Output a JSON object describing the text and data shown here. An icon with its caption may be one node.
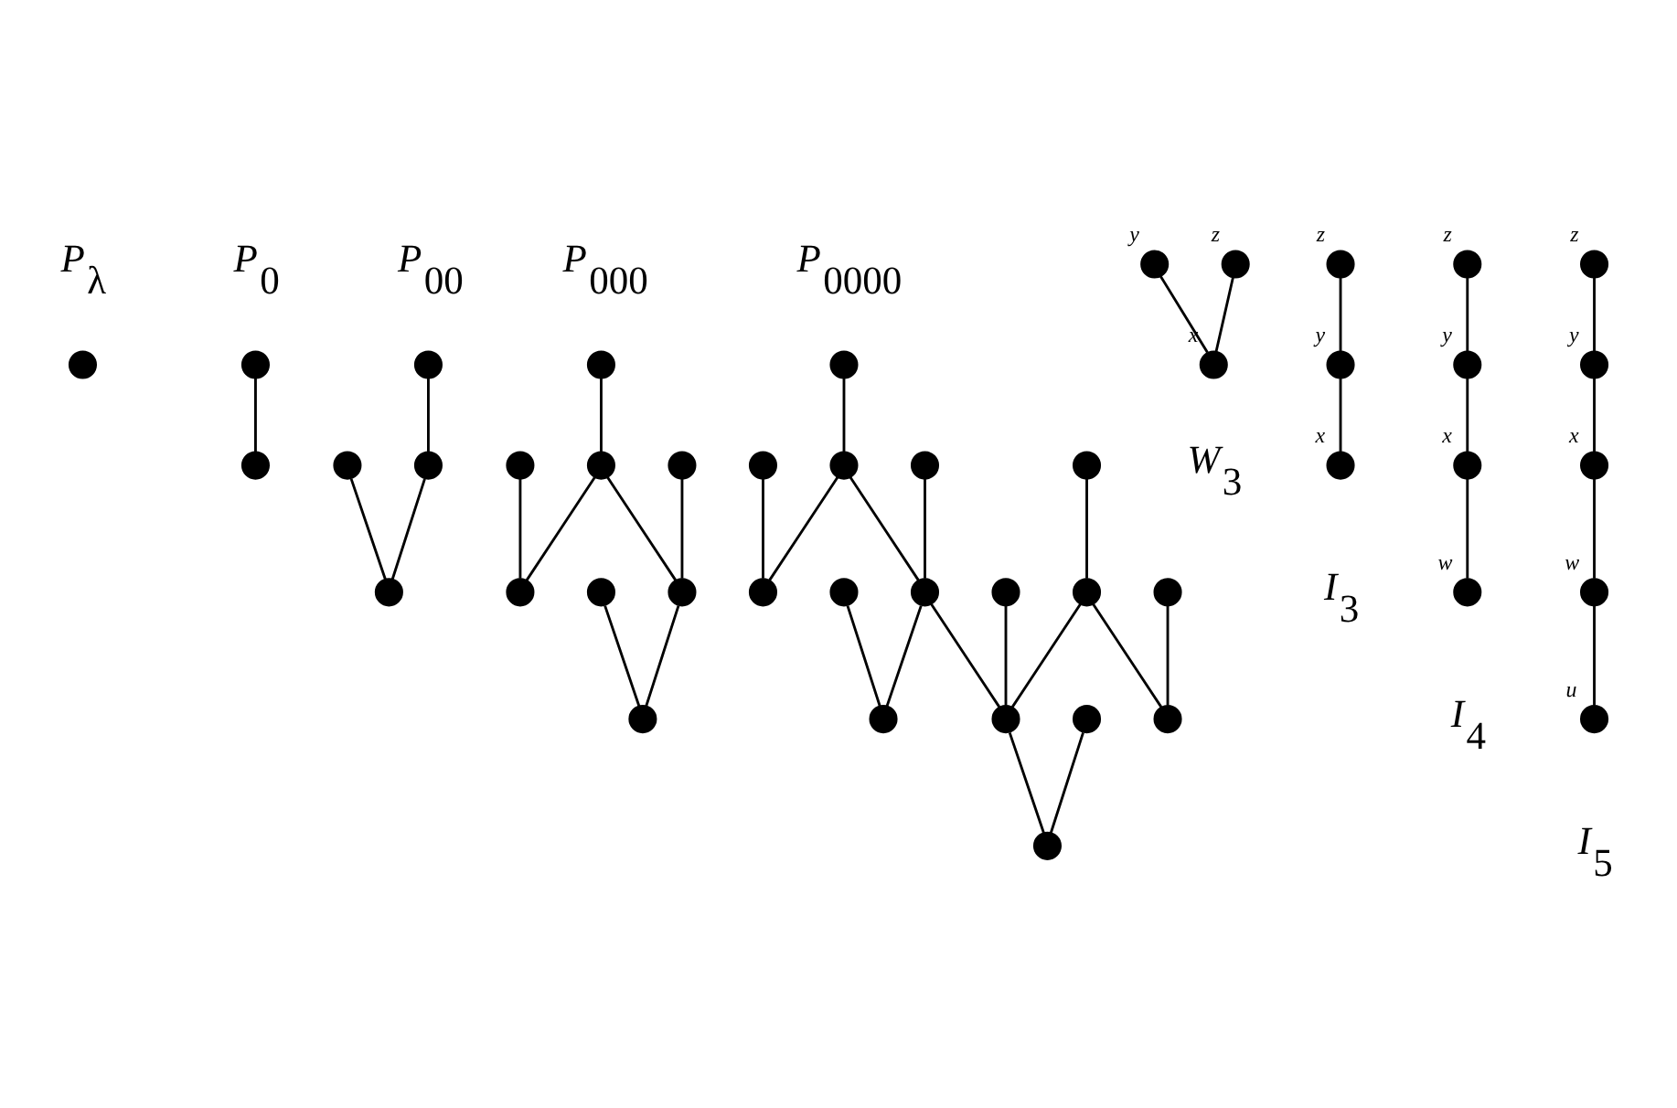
{
  "diagram": {
    "nodes": [
      {
        "text": [],
        "shape": "circle"
      },
      {
        "text": [],
        "shape": "circle"
      },
      {
        "text": [],
        "shape": "circle"
      },
      {
        "text": [],
        "shape": "circle"
      },
      {
        "text": [],
        "shape": "circle"
      },
      {
        "text": [],
        "shape": "circle"
      },
      {
        "text": [],
        "shape": "circle"
      },
      {
        "text": [],
        "shape": "circle"
      },
      {
        "text": [],
        "shape": "circle"
      },
      {
        "text": [],
        "shape": "circle"
      },
      {
        "text": [],
        "shape": "circle"
      },
      {
        "text": [],
        "shape": "circle"
      },
      {
        "text": [],
        "shape": "circle"
      },
      {
        "text": [],
        "shape": "circle"
      },
      {
        "text": [],
        "shape": "circle"
      },
      {
        "text": [],
        "shape": "circle"
      },
      {
        "text": [],
        "shape": "circle"
      },
      {
        "text": [],
        "shape": "circle"
      },
      {
        "text": [],
        "shape": "circle"
      },
      {
        "text": [],
        "shape": "circle"
      },
      {
        "text": [],
        "shape": "circle"
      },
      {
        "text": [],
        "shape": "circle"
      },
      {
        "text": [],
        "shape": "circle"
      },
      {
        "text": [],
        "shape": "circle"
      },
      {
        "text": [],
        "shape": "circle"
      },
      {
        "text": [],
        "shape": "circle"
      },
      {
        "text": [],
        "shape": "circle"
      },
      {
        "text": [],
        "shape": "circle"
      },
      {
        "text": [],
        "shape": "circle"
      },
      {
        "text": [],
        "shape": "circle"
      },
      {
        "text": [],
        "shape": "circle"
      },
      {
        "text": [],
        "shape": "circle",
        "beside": [
          "y"
        ]
      },
      {
        "text": [],
        "shape": "circle",
        "beside": [
          "x"
        ]
      },
      {
        "text": [],
        "shape": "circle",
        "beside": [
          "z"
        ]
      },
      {
        "text": [],
        "shape": "circle",
        "beside": [
          "z"
        ]
      },
      {
        "text": [],
        "shape": "circle",
        "beside": [
          "y"
        ]
      },
      {
        "text": [],
        "shape": "circle",
        "beside": [
          "x"
        ]
      },
      {
        "text": [],
        "shape": "circle",
        "beside": [
          "z"
        ]
      },
      {
        "text": [],
        "shape": "circle",
        "beside": [
          "y"
        ]
      },
      {
        "text": [],
        "shape": "circle",
        "beside": [
          "x"
        ]
      },
      {
        "text": [],
        "shape": "circle",
        "beside": [
          "w"
        ]
      },
      {
        "text": [],
        "shape": "circle",
        "beside": [
          "z"
        ]
      },
      {
        "text": [],
        "shape": "circle",
        "beside": [
          "y"
        ]
      },
      {
        "text": [],
        "shape": "circle",
        "beside": [
          "x"
        ]
      },
      {
        "text": [],
        "shape": "circle",
        "beside": [
          "w"
        ]
      },
      {
        "text": [],
        "shape": "circle",
        "beside": [
          "u"
        ]
      }
    ],
    "edges": [
      {
        "from": 1,
        "to": 2,
        "arrow": "none"
      },
      {
        "from": 3,
        "to": 4,
        "arrow": "none"
      },
      {
        "from": 4,
        "to": 6,
        "arrow": "none"
      },
      {
        "from": 5,
        "to": 6,
        "arrow": "none"
      },
      {
        "from": 7,
        "to": 8,
        "arrow": "none"
      },
      {
        "from": 8,
        "to": 10,
        "arrow": "none"
      },
      {
        "from": 9,
        "to": 10,
        "arrow": "none"
      },
      {
        "from": 8,
        "to": 12,
        "arrow": "none"
      },
      {
        "from": 11,
        "to": 12,
        "arrow": "none"
      },
      {
        "from": 12,
        "to": 14,
        "arrow": "none"
      },
      {
        "from": 13,
        "to": 14,
        "arrow": "none"
      },
      {
        "from": 15,
        "to": 16,
        "arrow": "none"
      },
      {
        "from": 16,
        "to": 18,
        "arrow": "none"
      },
      {
        "from": 17,
        "to": 18,
        "arrow": "none"
      },
      {
        "from": 16,
        "to": 20,
        "arrow": "none"
      },
      {
        "from": 19,
        "to": 20,
        "arrow": "none"
      },
      {
        "from": 20,
        "to": 22,
        "arrow": "none"
      },
      {
        "from": 21,
        "to": 22,
        "arrow": "none"
      },
      {
        "from": 20,
        "to": 28,
        "arrow": "none"
      },
      {
        "from": 27,
        "to": 28,
        "arrow": "none"
      },
      {
        "from": 28,
        "to": 30,
        "arrow": "none"
      },
      {
        "from": 29,
        "to": 30,
        "arrow": "none"
      },
      {
        "from": 24,
        "to": 28,
        "arrow": "none"
      },
      {
        "from": 23,
        "to": 24,
        "arrow": "none"
      },
      {
        "from": 24,
        "to": 26,
        "arrow": "none"
      },
      {
        "from": 25,
        "to": 26,
        "arrow": "none"
      },
      {
        "from": 31,
        "to": 32,
        "arrow": "none"
      },
      {
        "from": 33,
        "to": 32,
        "arrow": "none"
      },
      {
        "from": 34,
        "to": 35,
        "arrow": "none"
      },
      {
        "from": 35,
        "to": 36,
        "arrow": "none"
      },
      {
        "from": 37,
        "to": 38,
        "arrow": "none"
      },
      {
        "from": 38,
        "to": 39,
        "arrow": "none"
      },
      {
        "from": 39,
        "to": 40,
        "arrow": "none"
      },
      {
        "from": 41,
        "to": 42,
        "arrow": "none"
      },
      {
        "from": 42,
        "to": 43,
        "arrow": "none"
      },
      {
        "from": 43,
        "to": 44,
        "arrow": "none"
      },
      {
        "from": 44,
        "to": 45,
        "arrow": "none"
      }
    ],
    "labels": [
      "P$_{λ}$",
      "P$_{0}$",
      "P$_{00}$",
      "P$_{000}$",
      "P$_{0000}$",
      "W$_{3}$",
      "I$_{3}$",
      "I$_{4}$",
      "I$_{5}$"
    ]
  }
}
